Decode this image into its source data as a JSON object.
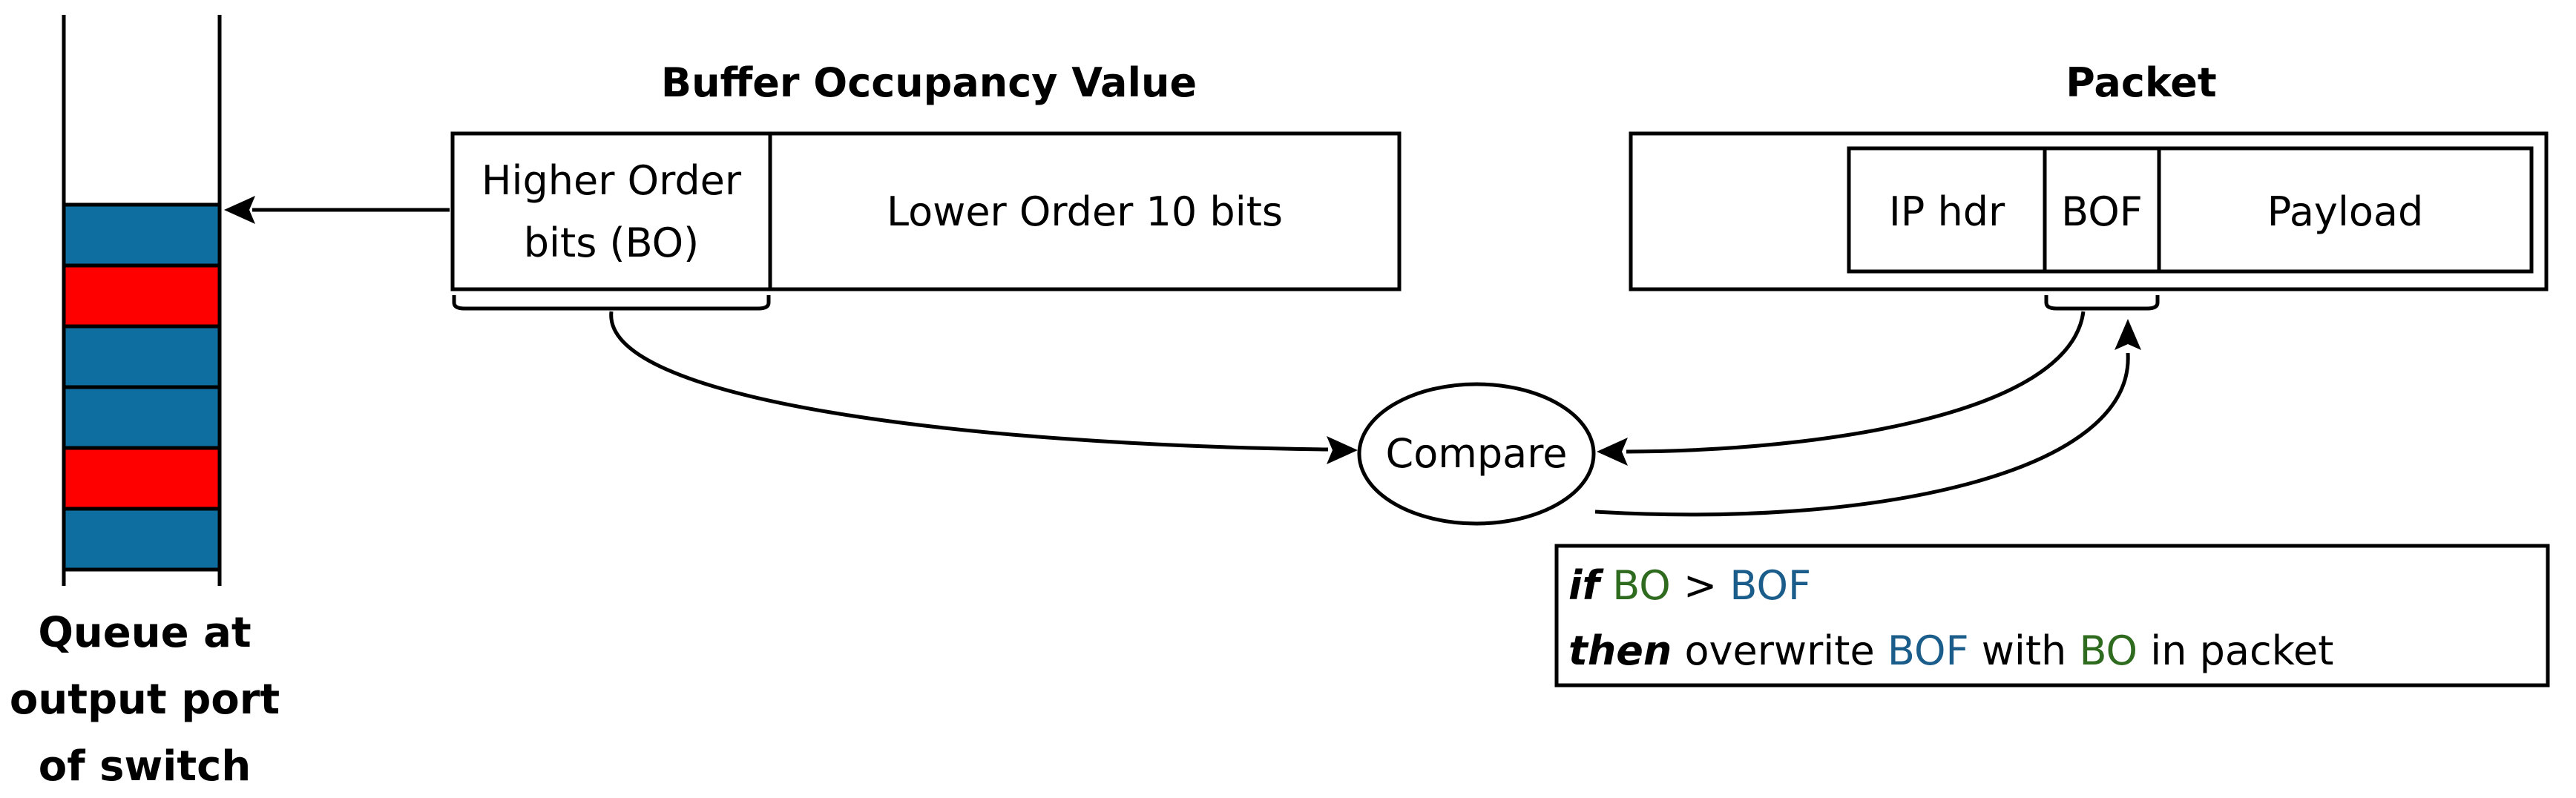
{
  "colors": {
    "bo_green": "#2e6b1f",
    "bof_blue": "#1a5c8a",
    "queue_blue": "#0e6ea0",
    "queue_red": "#ff0000",
    "stroke": "#000000"
  },
  "queue": {
    "label_lines": [
      "Queue at",
      "output port",
      "of switch"
    ],
    "cells": [
      "blue",
      "red",
      "blue",
      "blue",
      "red",
      "blue"
    ]
  },
  "buffer": {
    "title": "Buffer Occupancy Value",
    "high_line1": "Higher Order",
    "high_line2": "bits (BO)",
    "low": "Lower Order 10 bits"
  },
  "packet": {
    "title": "Packet",
    "ip_hdr": "IP hdr",
    "bof": "BOF",
    "payload": "Payload"
  },
  "compare": {
    "label": "Compare"
  },
  "rule": {
    "l1_kw": "if",
    "l1_bo": "BO",
    "l1_gt": ">",
    "l1_bof": "BOF",
    "l2_kw": "then",
    "l2_a": "overwrite",
    "l2_bof": "BOF",
    "l2_b": "with",
    "l2_bo": "BO",
    "l2_c": "in packet"
  }
}
